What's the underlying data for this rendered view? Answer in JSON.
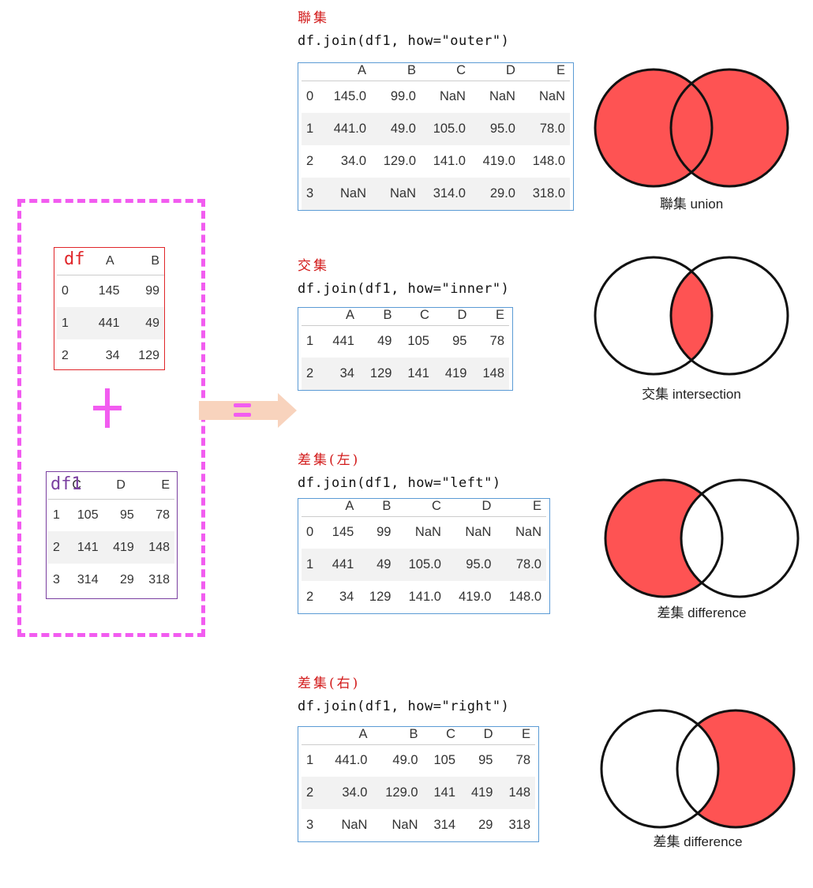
{
  "inputs": {
    "df": {
      "name": "df",
      "columns": [
        "A",
        "B"
      ],
      "rows": [
        {
          "index": "0",
          "values": [
            "145",
            "99"
          ]
        },
        {
          "index": "1",
          "values": [
            "441",
            "49"
          ]
        },
        {
          "index": "2",
          "values": [
            "34",
            "129"
          ]
        }
      ]
    },
    "df1": {
      "name": "df1",
      "columns": [
        "C",
        "D",
        "E"
      ],
      "rows": [
        {
          "index": "1",
          "values": [
            "105",
            "95",
            "78"
          ]
        },
        {
          "index": "2",
          "values": [
            "141",
            "419",
            "148"
          ]
        },
        {
          "index": "3",
          "values": [
            "314",
            "29",
            "318"
          ]
        }
      ]
    },
    "plus_symbol": "+",
    "equals_symbol": "="
  },
  "sections": [
    {
      "title": "聯集",
      "code": "df.join(df1, how=\"outer\")",
      "columns": [
        "A",
        "B",
        "C",
        "D",
        "E"
      ],
      "rows": [
        {
          "index": "0",
          "values": [
            "145.0",
            "99.0",
            "NaN",
            "NaN",
            "NaN"
          ]
        },
        {
          "index": "1",
          "values": [
            "441.0",
            "49.0",
            "105.0",
            "95.0",
            "78.0"
          ]
        },
        {
          "index": "2",
          "values": [
            "34.0",
            "129.0",
            "141.0",
            "419.0",
            "148.0"
          ]
        },
        {
          "index": "3",
          "values": [
            "NaN",
            "NaN",
            "314.0",
            "29.0",
            "318.0"
          ]
        }
      ],
      "venn_label": "聯集 union",
      "venn_mode": "union"
    },
    {
      "title": "交集",
      "code": "df.join(df1, how=\"inner\")",
      "columns": [
        "A",
        "B",
        "C",
        "D",
        "E"
      ],
      "rows": [
        {
          "index": "1",
          "values": [
            "441",
            "49",
            "105",
            "95",
            "78"
          ]
        },
        {
          "index": "2",
          "values": [
            "34",
            "129",
            "141",
            "419",
            "148"
          ]
        }
      ],
      "venn_label": "交集 intersection",
      "venn_mode": "intersection"
    },
    {
      "title": "差集(左)",
      "code": "df.join(df1, how=\"left\")",
      "columns": [
        "A",
        "B",
        "C",
        "D",
        "E"
      ],
      "rows": [
        {
          "index": "0",
          "values": [
            "145",
            "99",
            "NaN",
            "NaN",
            "NaN"
          ]
        },
        {
          "index": "1",
          "values": [
            "441",
            "49",
            "105.0",
            "95.0",
            "78.0"
          ]
        },
        {
          "index": "2",
          "values": [
            "34",
            "129",
            "141.0",
            "419.0",
            "148.0"
          ]
        }
      ],
      "venn_label": "差集 difference",
      "venn_mode": "left"
    },
    {
      "title": "差集(右)",
      "code": "df.join(df1, how=\"right\")",
      "columns": [
        "A",
        "B",
        "C",
        "D",
        "E"
      ],
      "rows": [
        {
          "index": "1",
          "values": [
            "441.0",
            "49.0",
            "105",
            "95",
            "78"
          ]
        },
        {
          "index": "2",
          "values": [
            "34.0",
            "129.0",
            "141",
            "419",
            "148"
          ]
        },
        {
          "index": "3",
          "values": [
            "NaN",
            "NaN",
            "314",
            "29",
            "318"
          ]
        }
      ],
      "venn_label": "差集 difference",
      "venn_mode": "right"
    }
  ],
  "colors": {
    "fill": "#fe5353",
    "dash": "#f25cf0",
    "df_border": "#e0262a",
    "df1_border": "#7a3fa0",
    "result_border": "#5b9bd5",
    "arrow": "#f8d3bd",
    "title_red": "#d21a1a"
  }
}
